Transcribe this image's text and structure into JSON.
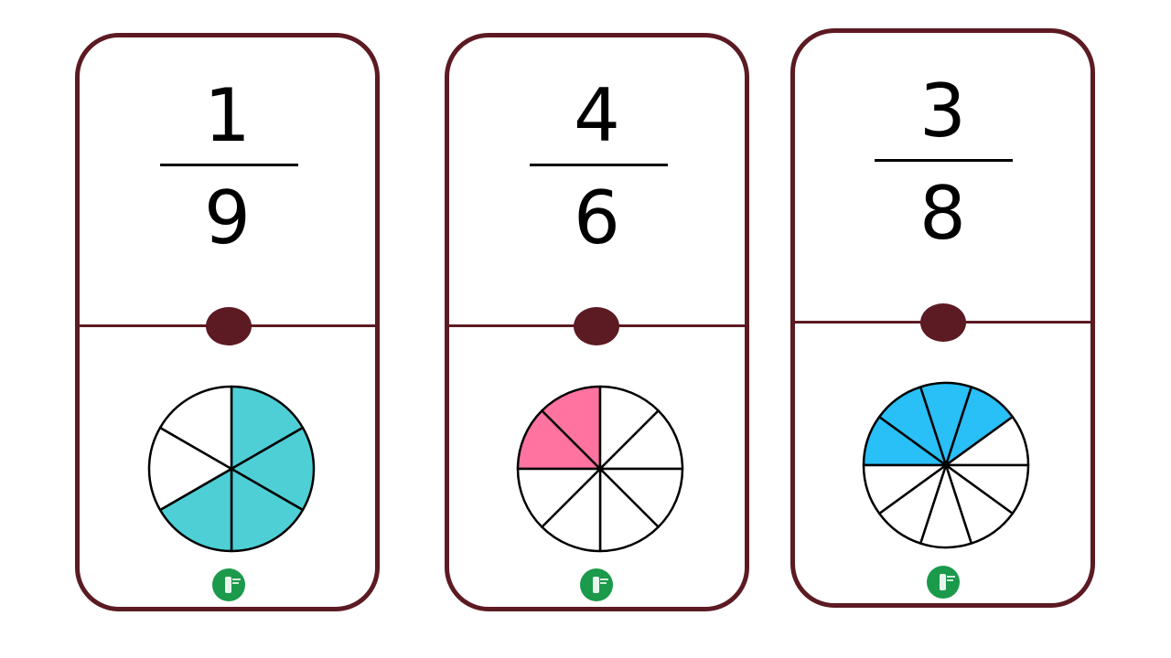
{
  "cards": [
    {
      "numerator": "1",
      "denominator": "9",
      "pie": {
        "slices": 6,
        "filled": 4,
        "fill_color": "#4ecfd6",
        "start": "top"
      }
    },
    {
      "numerator": "4",
      "denominator": "6",
      "pie": {
        "slices": 8,
        "filled": 2,
        "fill_color": "#ff73a1",
        "start": "left"
      }
    },
    {
      "numerator": "3",
      "denominator": "8",
      "pie": {
        "slices": 10,
        "filled": 4,
        "fill_color": "#29bff7",
        "start": "left"
      }
    }
  ],
  "colors": {
    "border": "#5c1a22",
    "logo": "#1a9a4a"
  },
  "icons": {
    "logo": "brand-badge-icon"
  }
}
